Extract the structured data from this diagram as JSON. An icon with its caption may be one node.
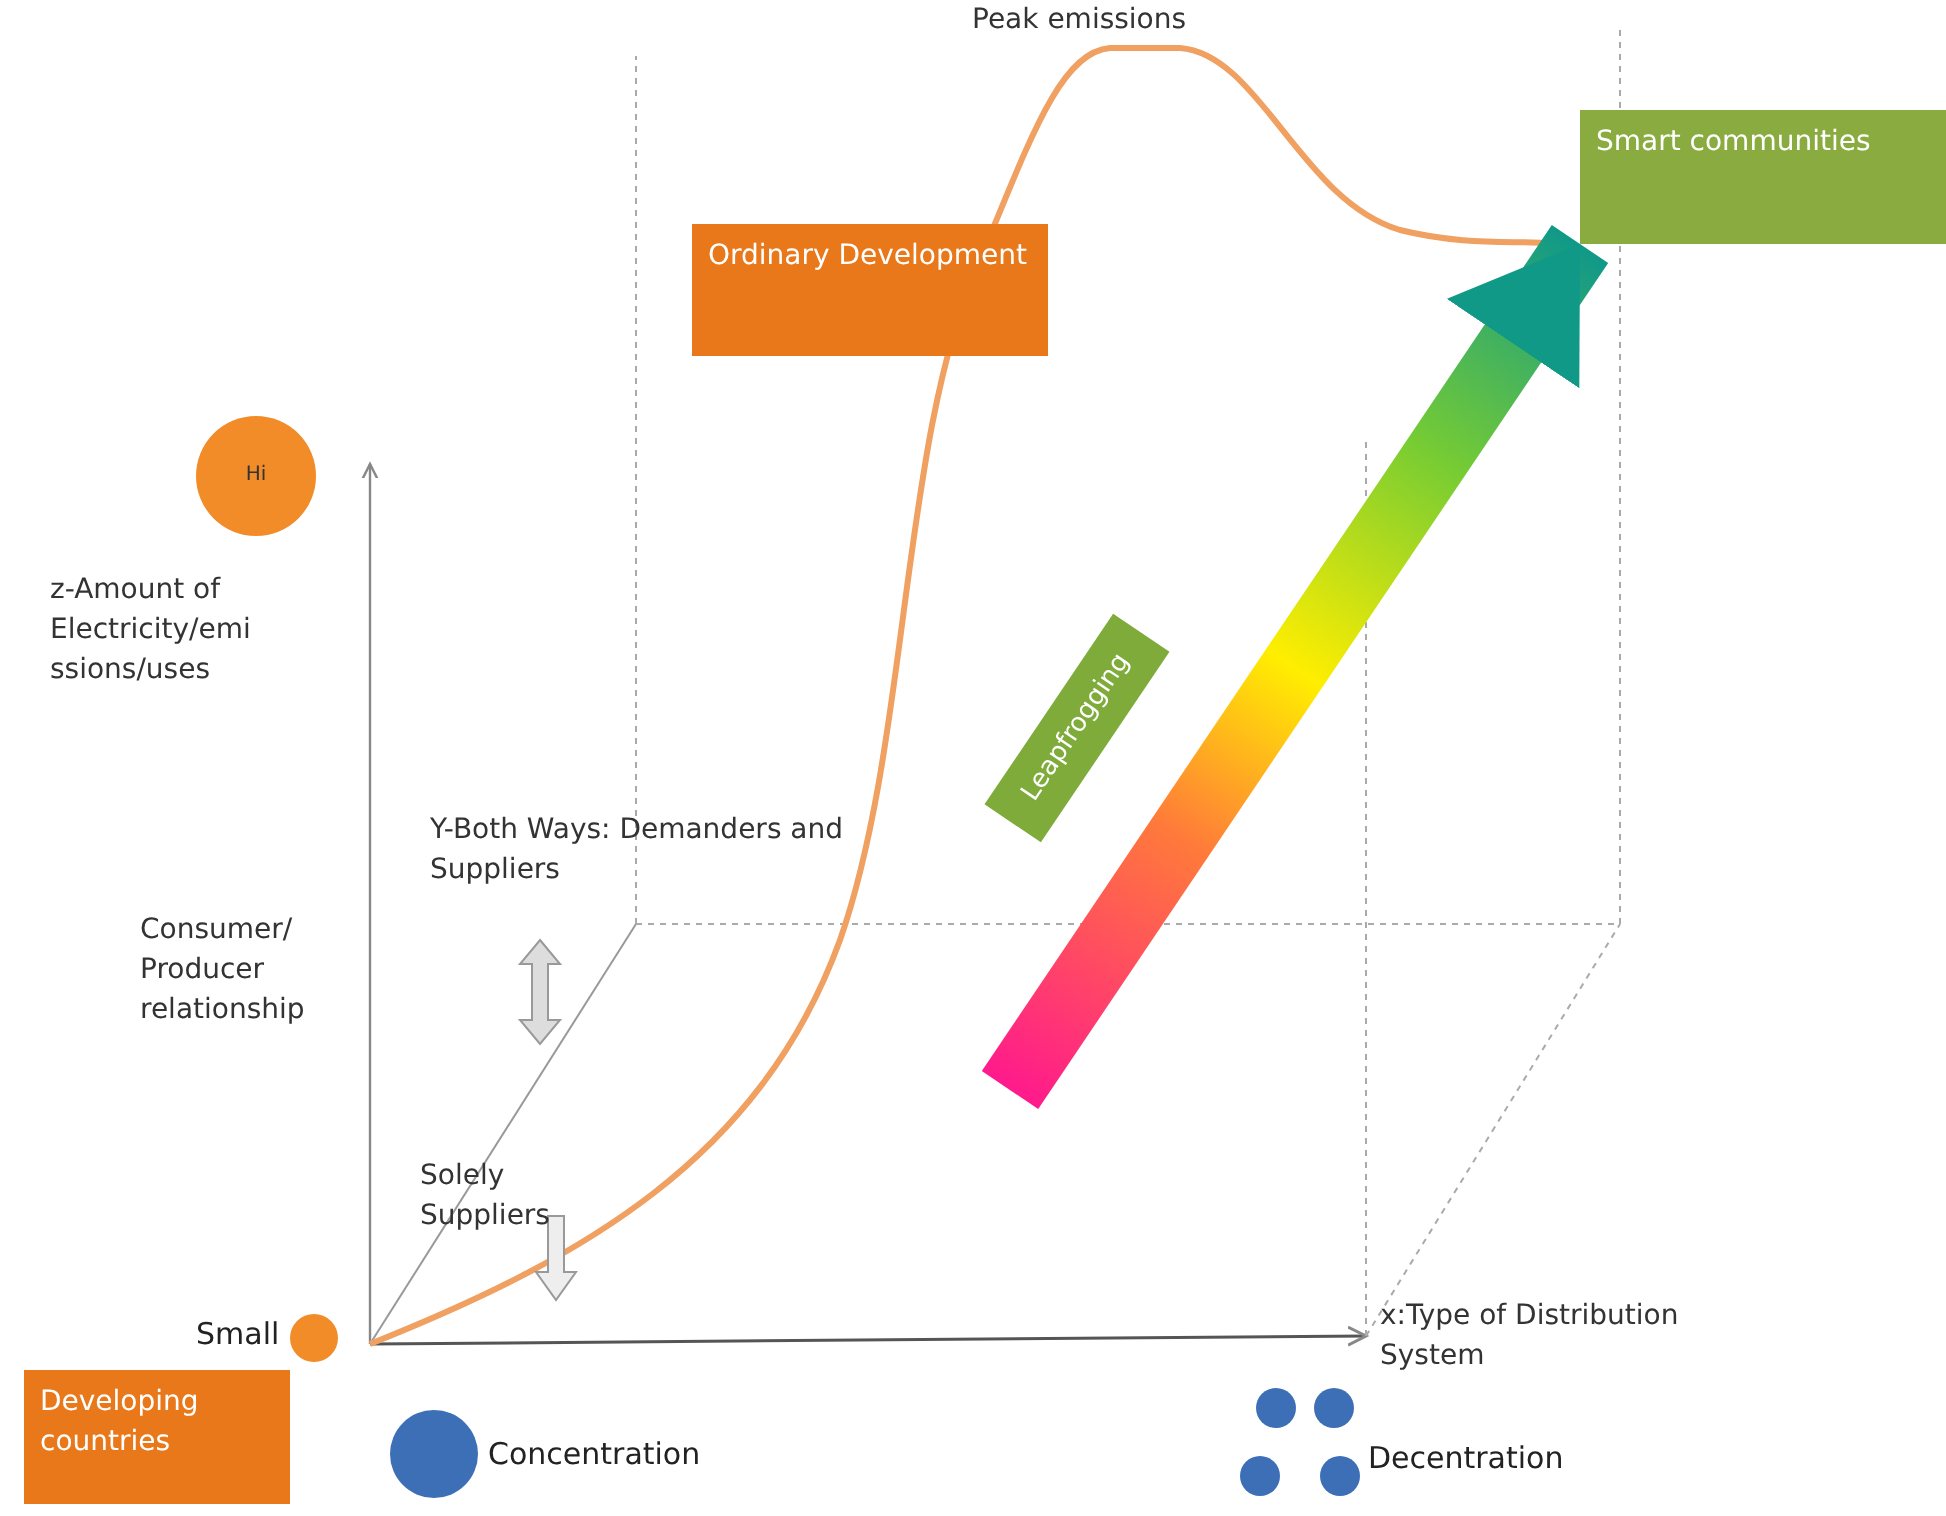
{
  "diagram": {
    "nodes": [
      {
        "text": [
          "Hi"
        ]
      },
      {
        "text": [
          "Ordinary Development"
        ]
      },
      {
        "text": [
          "Smart communities"
        ]
      },
      {
        "text": [
          "Developing countries"
        ]
      },
      {
        "text": [],
        "shape": "circle",
        "beside": [
          "Small"
        ]
      },
      {
        "text": [],
        "shape": "circle",
        "beside": [
          "Concentration"
        ]
      },
      {
        "text": [],
        "shape": "circle"
      },
      {
        "text": [],
        "shape": "circle"
      },
      {
        "text": [],
        "shape": "circle"
      },
      {
        "text": [],
        "shape": "circle",
        "beside": [
          "Decentration"
        ]
      }
    ],
    "edges": [
      {
        "from": null,
        "to": 2,
        "arrow": "to",
        "label": "Leapfrogging"
      }
    ],
    "labels": [
      "Peak emissions",
      "z-Amount of Electricity/emi ssions/uses",
      "Y-Both Ways: Demanders and Suppliers",
      "Consumer/ Producer relationship",
      "Solely Suppliers",
      "x:Type of Distribution System"
    ]
  }
}
